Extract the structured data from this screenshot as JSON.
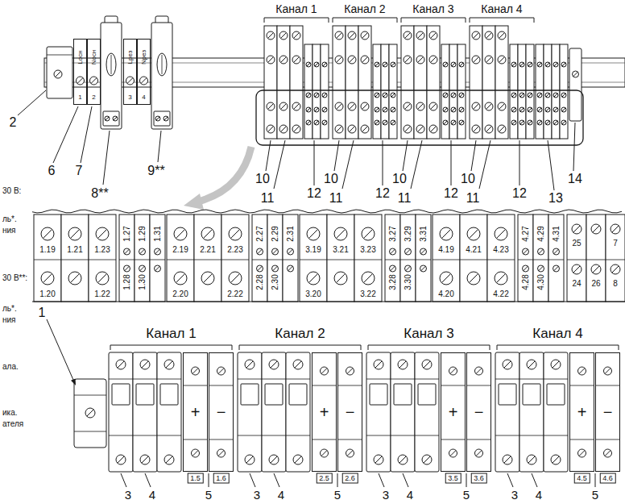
{
  "diagram": {
    "nodes": [
      {
        "text": [
          "Lосн",
          "1"
        ]
      },
      {
        "text": [
          "Nосн",
          "2"
        ]
      },
      {
        "text": [
          "Lрез",
          "3"
        ]
      },
      {
        "text": [
          "Nрез",
          "4"
        ]
      },
      {
        "text": [
          "+",
          "1.5"
        ]
      },
      {
        "text": [
          "−",
          "1.6"
        ]
      },
      {
        "text": [
          "+",
          "2.5"
        ]
      },
      {
        "text": [
          "−",
          "2.6"
        ]
      },
      {
        "text": [
          "+",
          "3.5"
        ]
      },
      {
        "text": [
          "−",
          "3.6"
        ]
      },
      {
        "text": [
          "+",
          "4.5"
        ]
      },
      {
        "text": [
          "−",
          "4.6"
        ]
      }
    ],
    "labels": [
      "Канал 1",
      "Канал 2",
      "Канал 3",
      "Канал 4",
      "2",
      "6",
      "7",
      "8**",
      "9**",
      "10",
      "11",
      "12",
      "10",
      "11",
      "12",
      "10",
      "11",
      "12",
      "10",
      "11",
      "12",
      "14",
      "13",
      "30 В:",
      "ль*.",
      "ния",
      "30 В**:",
      "ль*.",
      "ния",
      "ала.",
      "ика.",
      "ателя",
      "1.19",
      "1.21",
      "1.23",
      "1.27",
      "1.29",
      "1.31",
      "1.20",
      "1.22",
      "1.28",
      "1.30",
      "2.19",
      "2.21",
      "2.23",
      "2.27",
      "2.29",
      "2.31",
      "2.20",
      "2.22",
      "2.28",
      "2.30",
      "3.19",
      "3.21",
      "3.23",
      "3.27",
      "3.29",
      "3.31",
      "3.20",
      "3.22",
      "3.28",
      "3.30",
      "4.19",
      "4.21",
      "4.23",
      "4.27",
      "4.29",
      "4.31",
      "4.20",
      "4.22",
      "4.28",
      "4.30",
      "25",
      "7",
      "24",
      "26",
      "8",
      "Канал 1",
      "Канал 2",
      "Канал 3",
      "Канал 4",
      "1",
      "3",
      "4",
      "5",
      "3",
      "4",
      "5",
      "3",
      "4",
      "5",
      "3",
      "4",
      "5"
    ]
  }
}
